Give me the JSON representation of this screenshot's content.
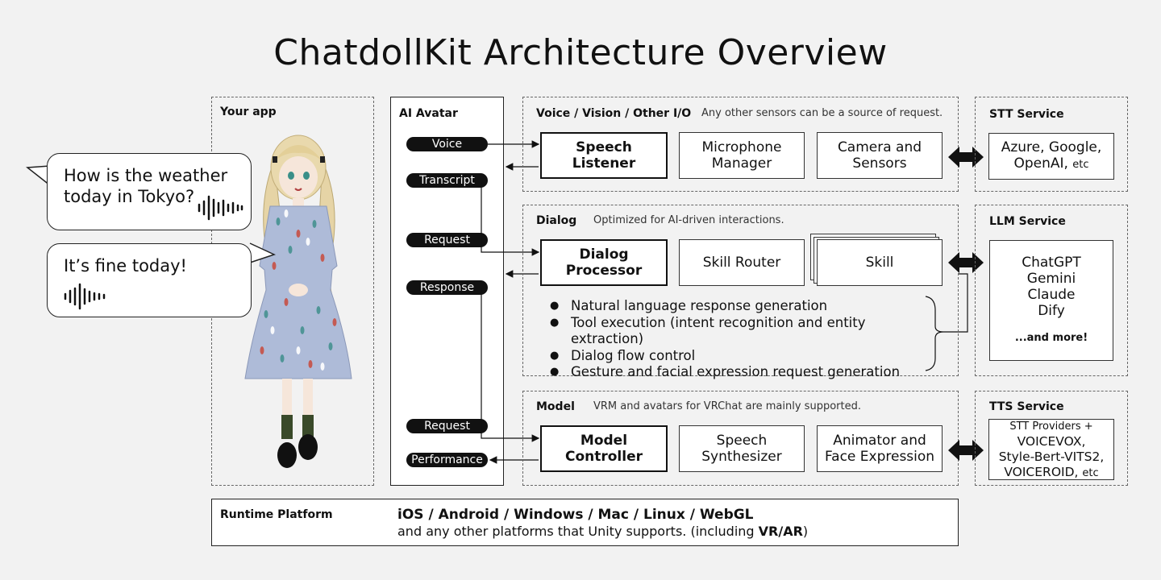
{
  "title": "ChatdollKit Architecture Overview",
  "your_app": {
    "label": "Your app",
    "bubble_question": "How is the weather\ntoday in Tokyo?",
    "bubble_answer": "It’s fine today!"
  },
  "ai_avatar": {
    "label": "AI Avatar",
    "pills": [
      "Voice",
      "Transcript",
      "Request",
      "Response",
      "Request",
      "Performance"
    ]
  },
  "voice_section": {
    "label": "Voice / Vision / Other I/O",
    "note": "Any other sensors can be a source of request.",
    "main": "Speech Listener",
    "box2": "Microphone\nManager",
    "box3": "Camera and\nSensors"
  },
  "dialog_section": {
    "label": "Dialog",
    "note": "Optimized for AI-driven interactions.",
    "main": "Dialog\nProcessor",
    "box2": "Skill Router",
    "box3": "Skill",
    "bullets": [
      "Natural language response generation",
      "Tool execution (intent recognition and entity extraction)",
      "Dialog flow control",
      "Gesture and facial expression request generation"
    ]
  },
  "model_section": {
    "label": "Model",
    "note": "VRM and avatars for VRChat are mainly supported.",
    "main": "Model\nController",
    "box2": "Speech\nSynthesizer",
    "box3": "Animator and\nFace Expression"
  },
  "stt_service": {
    "label": "STT Service",
    "main": "Azure, Google,\nOpenAI,",
    "etc": "etc"
  },
  "llm_service": {
    "label": "LLM Service",
    "items": [
      "ChatGPT",
      "Gemini",
      "Claude",
      "Dify"
    ],
    "more": "...and more!"
  },
  "tts_service": {
    "label": "TTS Service",
    "top": "STT Providers +",
    "main": "VOICEVOX,\nStyle-Bert-VITS2,\nVOICEROID,",
    "etc": "etc"
  },
  "runtime": {
    "label": "Runtime Platform",
    "platforms": "iOS / Android / Windows / Mac / Linux / WebGL",
    "note_prefix": "and any other platforms that Unity supports. (including ",
    "note_bold": "VR/AR",
    "note_suffix": ")"
  },
  "colors": {
    "background": "#f2f2f2",
    "ink": "#111111",
    "dress": "#aebbd8"
  }
}
